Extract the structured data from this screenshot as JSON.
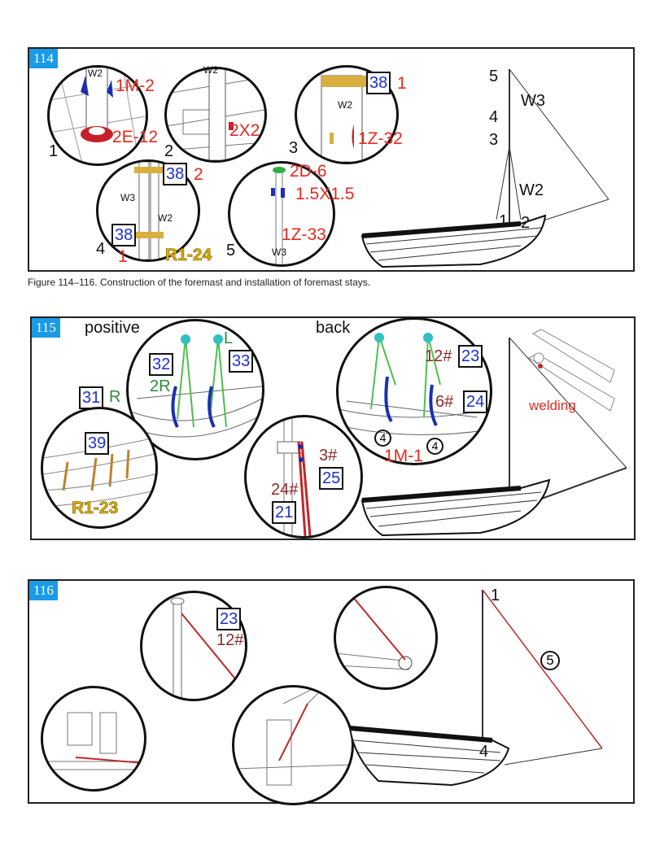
{
  "caption": "Figure 114–116. Construction of the foremast and installation of foremast stays.",
  "panel114": {
    "number": "114",
    "circle1": {
      "step": "1",
      "mast": "W2",
      "parts": [
        "1M-2",
        "2E-12"
      ]
    },
    "circle2": {
      "step": "2",
      "mast": "W2",
      "part": "2X2"
    },
    "circle3": {
      "step": "3",
      "mast": "W2",
      "box": "38",
      "qty": "1",
      "part": "1Z-32"
    },
    "circle4": {
      "step": "4",
      "mast_top": "W3",
      "mast_bottom": "W2",
      "box_top": "38",
      "qty_top": "2",
      "box_bottom": "38",
      "qty_bottom": "1",
      "part": "R1-24"
    },
    "circle5": {
      "step": "5",
      "parts": [
        "2D-6",
        "1.5X1.5",
        "1Z-33"
      ],
      "mast": "W3"
    },
    "ship_labels": [
      "5",
      "W3",
      "4",
      "3",
      "W2",
      "1",
      "2"
    ]
  },
  "panel115": {
    "number": "115",
    "positive": "positive",
    "back": "back",
    "pos_boxes": [
      "32",
      "33",
      "31"
    ],
    "pos_labels": [
      "L",
      "2R",
      "R"
    ],
    "c39": {
      "box": "39",
      "part": "R1-23"
    },
    "mid": {
      "t1": "3#",
      "b1": "25",
      "t2": "24#",
      "b2": "21"
    },
    "back_items": {
      "t1": "12#",
      "b1": "23",
      "t2": "6#",
      "b2": "24",
      "part": "1M-1",
      "circle_num": "4"
    },
    "welding": "welding"
  },
  "panel116": {
    "number": "116",
    "box": "23",
    "thread": "12#",
    "ship_labels": [
      "1",
      "5",
      "4"
    ]
  }
}
